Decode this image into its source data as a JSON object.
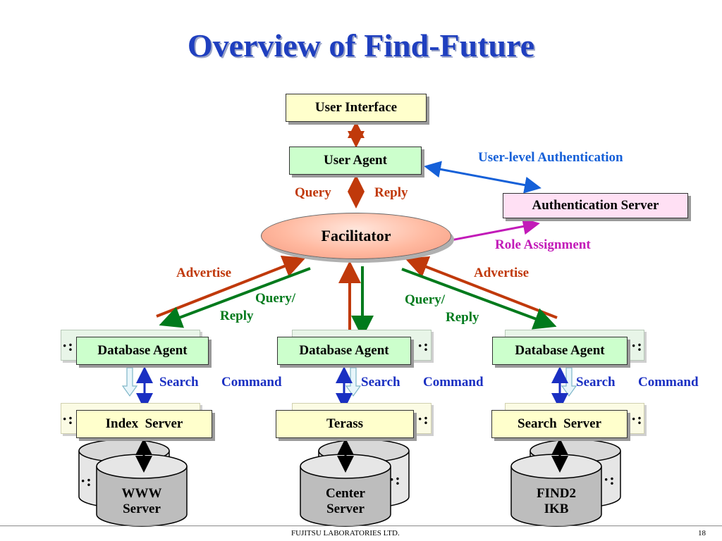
{
  "title": "Overview of Find-Future",
  "nodes": {
    "user_interface": "User Interface",
    "user_agent": "User Agent",
    "authentication_server": "Authentication Server",
    "facilitator": "Facilitator",
    "database_agent": "Database Agent",
    "index_server": "Index  Server",
    "terass": "Terass",
    "search_server": "Search  Server",
    "www_server": [
      "WWW",
      "Server"
    ],
    "center_server": [
      "Center",
      "Server"
    ],
    "find2_ikb": [
      "FIND2",
      "IKB"
    ]
  },
  "labels": {
    "user_level_auth": "User-level Authentication",
    "query": "Query",
    "reply": "Reply",
    "role_assignment": "Role Assignment",
    "advertise": "Advertise",
    "query_slash": "Query/",
    "search": "Search",
    "command": "Command",
    "ellipsis": "·:"
  },
  "colors": {
    "title": "#1f3fbf",
    "red_arrow": "#c0390b",
    "green_arrow": "#007a1c",
    "blue_arrow": "#1560d8",
    "navy_arrow": "#1a2fc2",
    "magenta_arrow": "#c21ab8",
    "yellow_box": "#ffffcc",
    "green_box": "#ccffcc",
    "pink_box": "#ffe0f4"
  },
  "footer": {
    "company": "FUJITSU LABORATORIES LTD.",
    "page": "18"
  }
}
